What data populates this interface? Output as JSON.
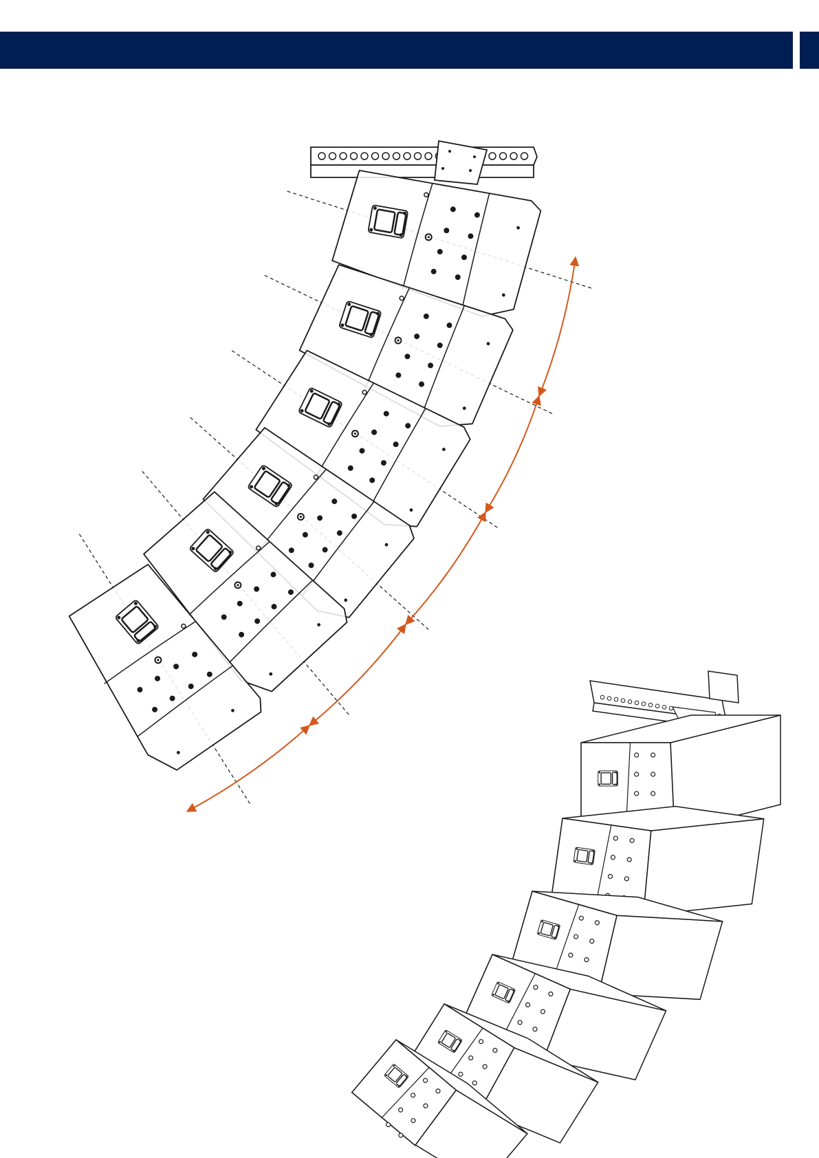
{
  "header": {
    "bar_color": "#021e52",
    "tab_color": "#021e52"
  },
  "diagram": {
    "line_color": "#1a1a1a",
    "arrow_color": "#d4581c",
    "cabinet_count": 6,
    "angle_arrow_count": 5,
    "elements": [
      "rigging-frame",
      "line-array-cabinets",
      "splay-angle-arrows",
      "axis-dashed-lines",
      "3d-array-view"
    ]
  }
}
